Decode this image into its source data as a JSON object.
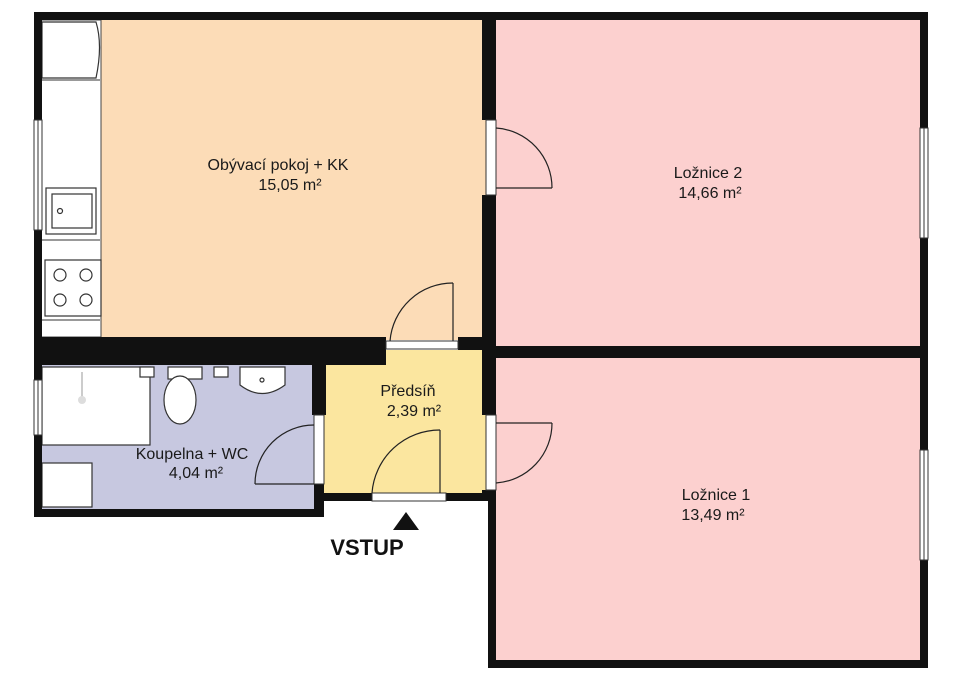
{
  "rooms": {
    "living": {
      "name": "Obývací pokoj + KK",
      "area": "15,05 m²",
      "color": "#fcdcb7"
    },
    "bedroom2": {
      "name": "Ložnice 2",
      "area": "14,66 m²",
      "color": "#fcd0cf"
    },
    "bedroom1": {
      "name": "Ložnice 1",
      "area": "13,49 m²",
      "color": "#fcd0cf"
    },
    "hall": {
      "name": "Předsíň",
      "area": "2,39 m²",
      "color": "#fbe69f"
    },
    "bath": {
      "name": "Koupelna + WC",
      "area": "4,04 m²",
      "color": "#c7c8e0"
    }
  },
  "entrance": {
    "label": "VSTUP",
    "marker_icon": "triangle-up-icon"
  },
  "colors": {
    "wall": "#111111",
    "fixture": "#ffffff"
  }
}
